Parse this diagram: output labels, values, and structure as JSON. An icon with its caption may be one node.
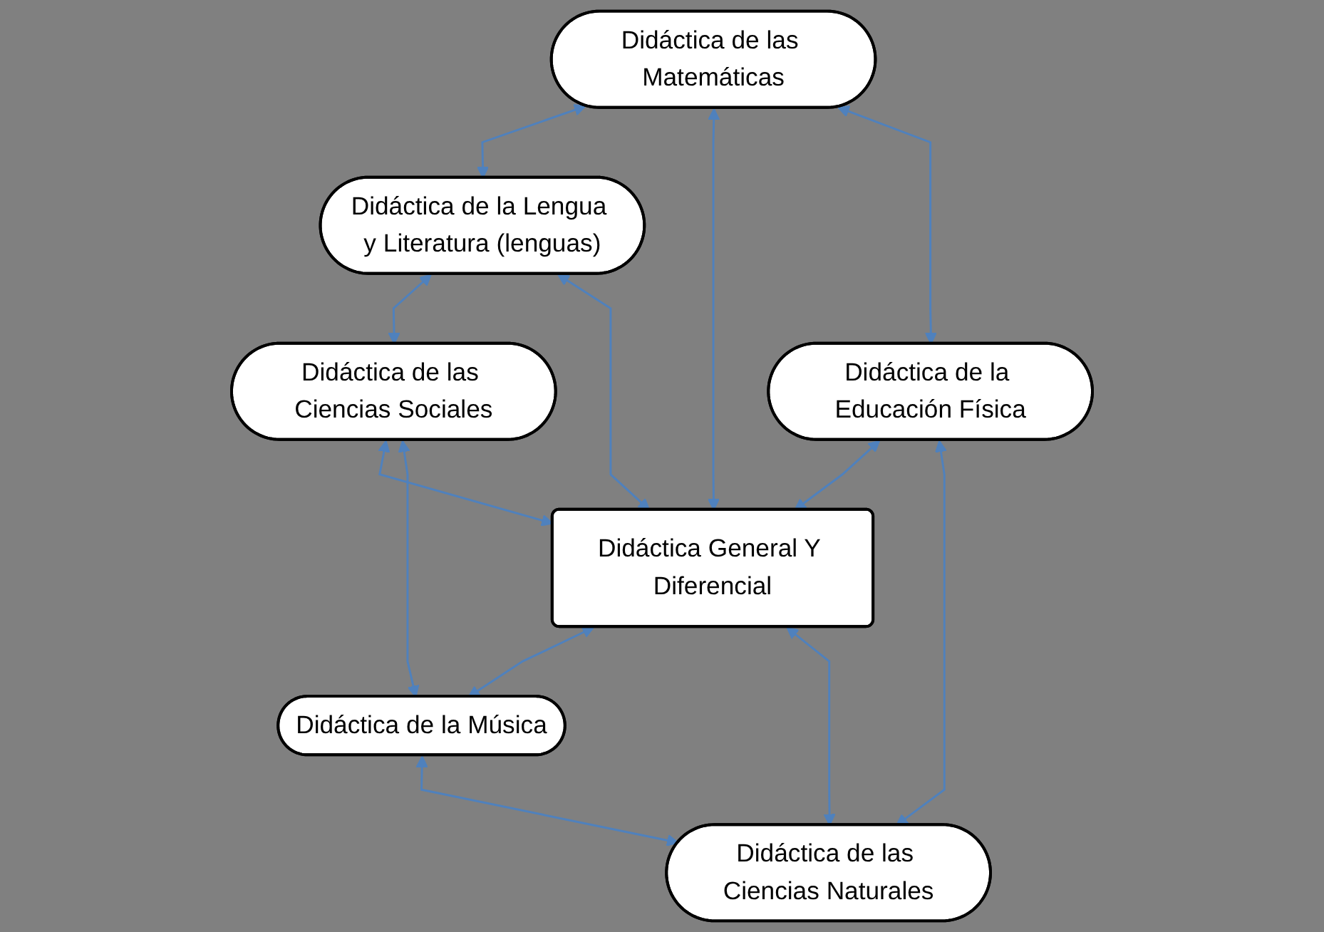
{
  "diagram": {
    "nodes": [
      {
        "text": [
          "Didáctica de la Lengua y Literatura (lenguas)"
        ]
      },
      {
        "text": [
          "Didáctica de las Matemáticas"
        ]
      },
      {
        "text": [
          "Didáctica de las Ciencias Sociales"
        ]
      },
      {
        "text": [
          "Didáctica de la Educación Física"
        ]
      },
      {
        "text": [
          "Didáctica General Y Diferencial"
        ]
      },
      {
        "text": [
          "Didáctica de la Música"
        ]
      },
      {
        "text": [
          "Didáctica de las Ciencias Naturales"
        ]
      }
    ],
    "edges": [
      {
        "from": 1,
        "to": 0,
        "arrow": "both"
      },
      {
        "from": 0,
        "to": 2,
        "arrow": "both"
      },
      {
        "from": 1,
        "to": 4,
        "arrow": "both"
      },
      {
        "from": 0,
        "to": 4,
        "arrow": "both"
      },
      {
        "from": 2,
        "to": 4,
        "arrow": "both"
      },
      {
        "from": 1,
        "to": 3,
        "arrow": "both"
      },
      {
        "from": 2,
        "to": 5,
        "arrow": "both"
      },
      {
        "from": 3,
        "to": 4,
        "arrow": "both"
      },
      {
        "from": 4,
        "to": 5,
        "arrow": "both"
      },
      {
        "from": 3,
        "to": 6,
        "arrow": "both"
      },
      {
        "from": 4,
        "to": 6,
        "arrow": "both"
      },
      {
        "from": 5,
        "to": 6,
        "arrow": "both"
      }
    ]
  }
}
